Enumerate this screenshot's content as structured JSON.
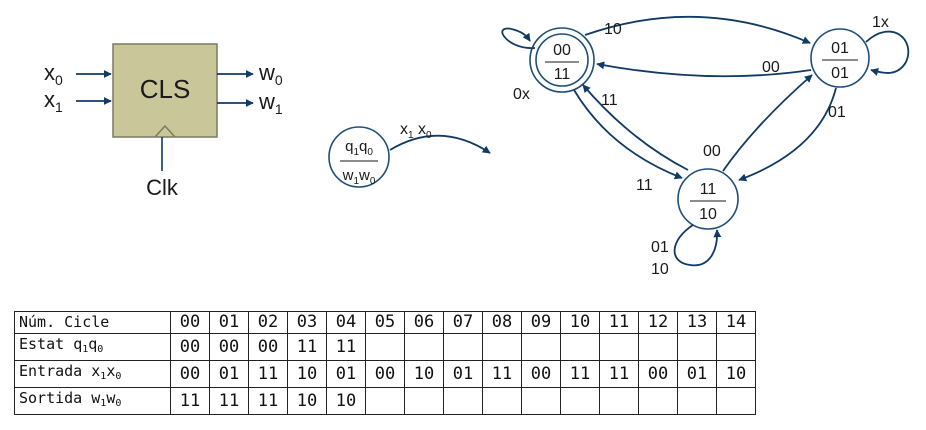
{
  "block": {
    "title": "CLS",
    "inputs": [
      {
        "base": "x",
        "sub": "0"
      },
      {
        "base": "x",
        "sub": "1"
      }
    ],
    "outputs": [
      {
        "base": "w",
        "sub": "0"
      },
      {
        "base": "w",
        "sub": "1"
      }
    ],
    "clock": "Clk",
    "fill_color": "#c9c79a",
    "border_color": "#7a7a60"
  },
  "legend": {
    "state_top": [
      "q",
      "1",
      "q",
      "0"
    ],
    "state_bottom": [
      "w",
      "1",
      "w",
      "0"
    ],
    "edge_label": [
      "x",
      "1",
      " x",
      "0"
    ]
  },
  "fsm": {
    "states": [
      {
        "id": "s00",
        "top": "00",
        "bottom": "11",
        "initial": true
      },
      {
        "id": "s01",
        "top": "01",
        "bottom": "01",
        "initial": false
      },
      {
        "id": "s11",
        "top": "11",
        "bottom": "10",
        "initial": false
      }
    ],
    "edge_labels": {
      "s00_s01": "10",
      "s01_s00": "00",
      "s00_self": "0x",
      "s01_self": "1x",
      "s01_s11": "01",
      "s11_s01": "00",
      "s00_s11": "11",
      "s11_s00": "11",
      "s11_self_1": "01",
      "s11_self_2": "10"
    },
    "edge_color": "#123a66",
    "state_color": "#1f4e79"
  },
  "table": {
    "rows": [
      {
        "head": {
          "base": "Núm. Cicle",
          "sub": ""
        },
        "cells": [
          "00",
          "01",
          "02",
          "03",
          "04",
          "05",
          "06",
          "07",
          "08",
          "09",
          "10",
          "11",
          "12",
          "13",
          "14"
        ]
      },
      {
        "head": {
          "base": "Estat  ",
          "parts": [
            [
              "q",
              "1"
            ],
            [
              "q",
              "0"
            ]
          ]
        },
        "cells": [
          "00",
          "00",
          "00",
          "11",
          "11",
          "",
          "",
          "",
          "",
          "",
          "",
          "",
          "",
          "",
          ""
        ]
      },
      {
        "head": {
          "base": "Entrada ",
          "parts": [
            [
              "x",
              "1"
            ],
            [
              "x",
              "0"
            ]
          ]
        },
        "cells": [
          "00",
          "01",
          "11",
          "10",
          "01",
          "00",
          "10",
          "01",
          "11",
          "00",
          "11",
          "11",
          "00",
          "01",
          "10"
        ]
      },
      {
        "head": {
          "base": "Sortida ",
          "parts": [
            [
              "w",
              "1"
            ],
            [
              "w",
              "0"
            ]
          ]
        },
        "cells": [
          "11",
          "11",
          "11",
          "10",
          "10",
          "",
          "",
          "",
          "",
          "",
          "",
          "",
          "",
          "",
          ""
        ]
      }
    ]
  }
}
